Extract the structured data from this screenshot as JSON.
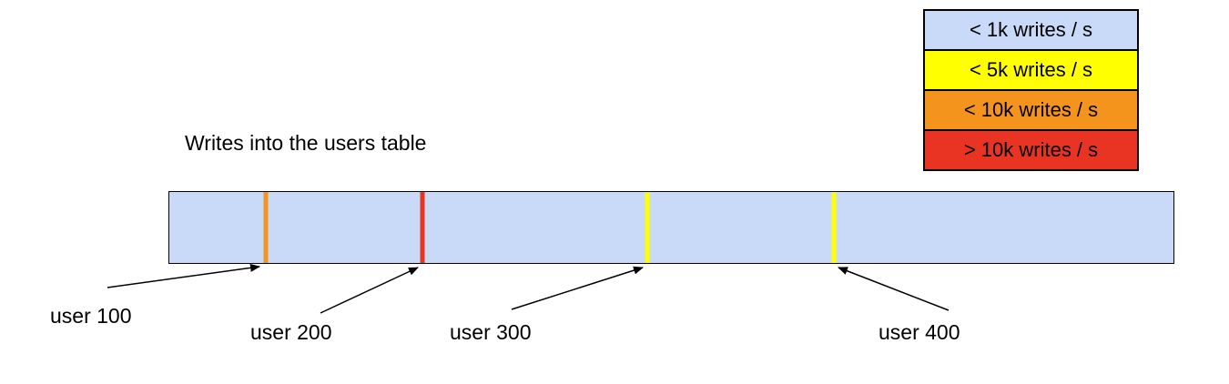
{
  "title": "Writes into the users table",
  "legend": {
    "items": [
      {
        "label": "< 1k writes / s",
        "color": "#c9daf8"
      },
      {
        "label": "< 5k writes / s",
        "color": "#ffff00"
      },
      {
        "label": "< 10k writes / s",
        "color": "#f5941d"
      },
      {
        "label": "> 10k writes / s",
        "color": "#ea3423"
      }
    ]
  },
  "bar": {
    "fill": "#c9daf8",
    "ticks": [
      {
        "user": "user 100",
        "color": "#f5941d",
        "left": "9.6%"
      },
      {
        "user": "user 200",
        "color": "#ea3423",
        "left": "25.2%"
      },
      {
        "user": "user 300",
        "color": "#ffff00",
        "left": "47.6%"
      },
      {
        "user": "user 400",
        "color": "#ffff00",
        "left": "66.2%"
      }
    ]
  }
}
